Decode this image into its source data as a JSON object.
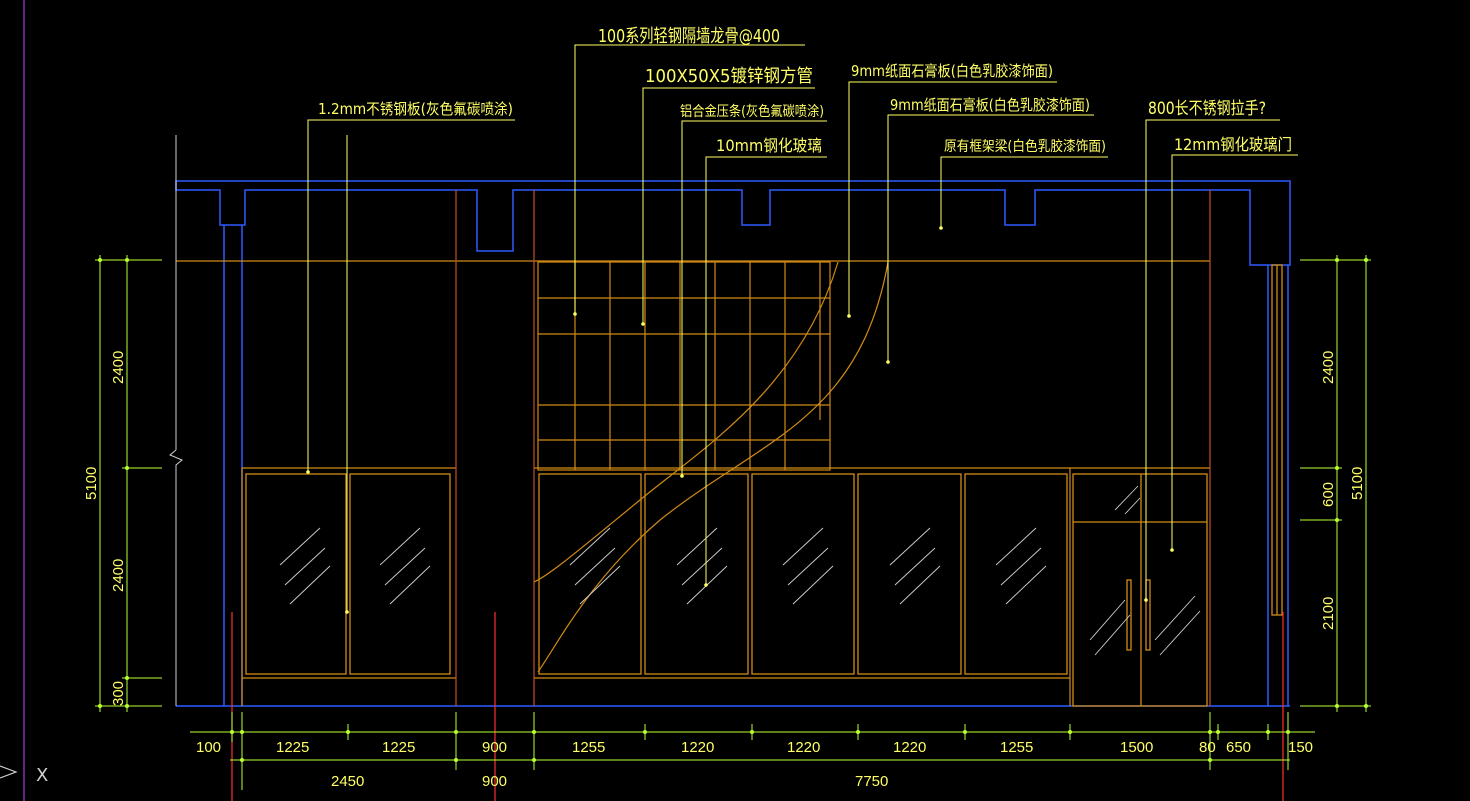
{
  "annotations": {
    "stud": "100系列轻钢隔墙龙骨@400",
    "tube": "100X50X5镀锌钢方管",
    "gypsum_a": "9mm纸面石膏板(白色乳胶漆饰面)",
    "steel_plate": "1.2mm不锈钢板(灰色氟碳喷涂)",
    "alu_strip": "铝合金压条(灰色氟碳喷涂)",
    "gypsum_b": "9mm纸面石膏板(白色乳胶漆饰面)",
    "handle": "800长不锈钢拉手?",
    "glass10": "10mm钢化玻璃",
    "beam": "原有框架梁(白色乳胶漆饰面)",
    "door12": "12mm钢化玻璃门"
  },
  "dims_bottom_row1": [
    "100",
    "1225",
    "1225",
    "900",
    "1255",
    "1220",
    "1220",
    "1220",
    "1255",
    "1500",
    "80",
    "650",
    "150"
  ],
  "dims_bottom_row2": [
    "2450",
    "900",
    "7750"
  ],
  "dims_left": {
    "total": "5100",
    "upper": "2400",
    "lower": "2400",
    "base": "300"
  },
  "dims_right": {
    "total": "5100",
    "upper": "2400",
    "mid": "600",
    "lower": "2100"
  },
  "ucs_label": "X",
  "colors": {
    "background": "#000000",
    "outline_blue": "#2d5bff",
    "panel_orange": "#d08a14",
    "annotation_yellow": "#ffff66",
    "dimension_green": "#b8ff33",
    "axis_red": "#ff3030",
    "edge_magenta": "#cc44ff"
  }
}
